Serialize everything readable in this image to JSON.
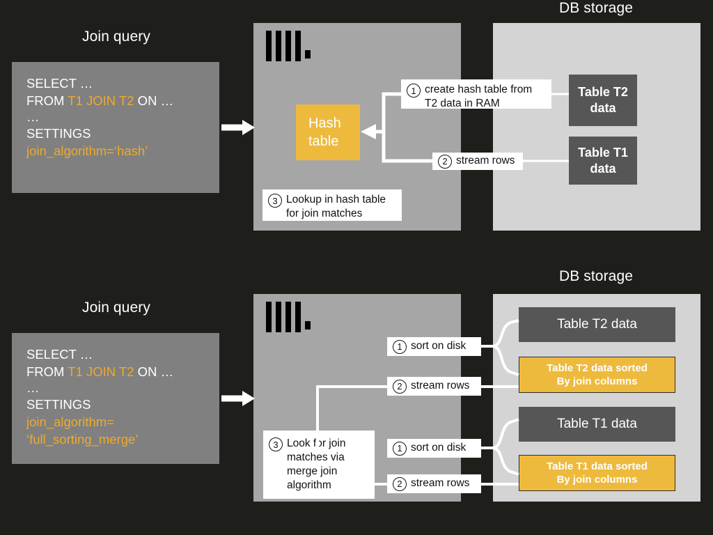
{
  "page": {
    "background": "#1e1e1b",
    "accent_amber": "#eeba3e",
    "server_panel_color": "#a6a6a6",
    "db_panel_color": "#d4d4d4",
    "table_box_color": "#565656",
    "query_box_color": "#808080"
  },
  "hash_join": {
    "query_title": "Join query",
    "storage_title": "DB storage",
    "logo_name": "clickhouse-logo",
    "query": {
      "line1": "SELECT …",
      "line2_prefix": "FROM ",
      "line2_highlight": "T1 JOIN T2",
      "line2_suffix": " ON …",
      "line3": "…",
      "line4": "SETTINGS",
      "line5": "join_algorithm=‘hash’"
    },
    "hash_table": {
      "line1": "Hash",
      "line2": "table"
    },
    "steps": [
      {
        "num": "1",
        "line1": "create hash table from",
        "line2": "T2 data in RAM"
      },
      {
        "num": "2",
        "line1": "stream rows",
        "line2": ""
      },
      {
        "num": "3",
        "line1": "Lookup in hash table",
        "line2": "for join matches"
      }
    ],
    "tables": [
      {
        "line1": "Table T2",
        "line2": "data"
      },
      {
        "line1": "Table T1",
        "line2": "data"
      }
    ]
  },
  "merge_join": {
    "query_title": "Join query",
    "storage_title": "DB storage",
    "logo_name": "clickhouse-logo",
    "query": {
      "line1": "SELECT …",
      "line2_prefix": "FROM ",
      "line2_highlight": "T1 JOIN T2",
      "line2_suffix": " ON …",
      "line3": "…",
      "line4": "SETTINGS",
      "line5": "join_algorithm=",
      "line6": "‘full_sorting_merge’"
    },
    "steps": [
      {
        "num": "1",
        "label": "sort on disk"
      },
      {
        "num": "2",
        "label": "stream rows"
      },
      {
        "num": "1",
        "label": "sort on disk"
      },
      {
        "num": "2",
        "label": "stream rows"
      }
    ],
    "merge_note": {
      "num": "3",
      "line1": "Look for join",
      "line2": "matches via",
      "line3": "merge join",
      "line4": "algorithm"
    },
    "tables": [
      {
        "label": "Table T2 data"
      },
      {
        "sorted_line1": "Table T2 data sorted",
        "sorted_line2": "By join columns"
      },
      {
        "label": "Table T1 data"
      },
      {
        "sorted_line1": "Table T1 data sorted",
        "sorted_line2": "By join columns"
      }
    ]
  }
}
